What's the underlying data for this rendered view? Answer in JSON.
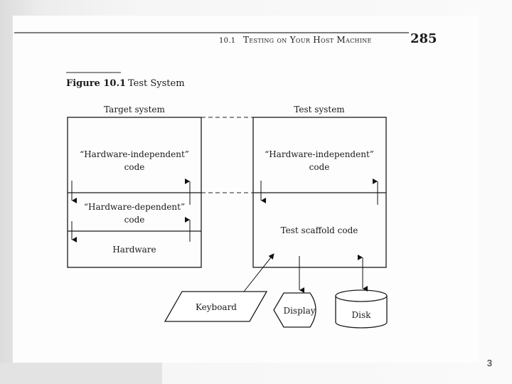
{
  "header": {
    "section": "10.1",
    "section_title": "Testing on Your Host Machine",
    "page_number": "285"
  },
  "figure": {
    "label": "Figure 10.1",
    "title": "Test System"
  },
  "target_system": {
    "heading": "Target system",
    "independent_line1": "“Hardware-independent”",
    "independent_line2": "code",
    "dependent_line1": "“Hardware-dependent”",
    "dependent_line2": "code",
    "hardware": "Hardware"
  },
  "test_system": {
    "heading": "Test system",
    "independent_line1": "“Hardware-independent”",
    "independent_line2": "code",
    "scaffold": "Test scaffold code"
  },
  "devices": {
    "keyboard": "Keyboard",
    "display": "Display",
    "disk": "Disk"
  },
  "slide_number": "3"
}
